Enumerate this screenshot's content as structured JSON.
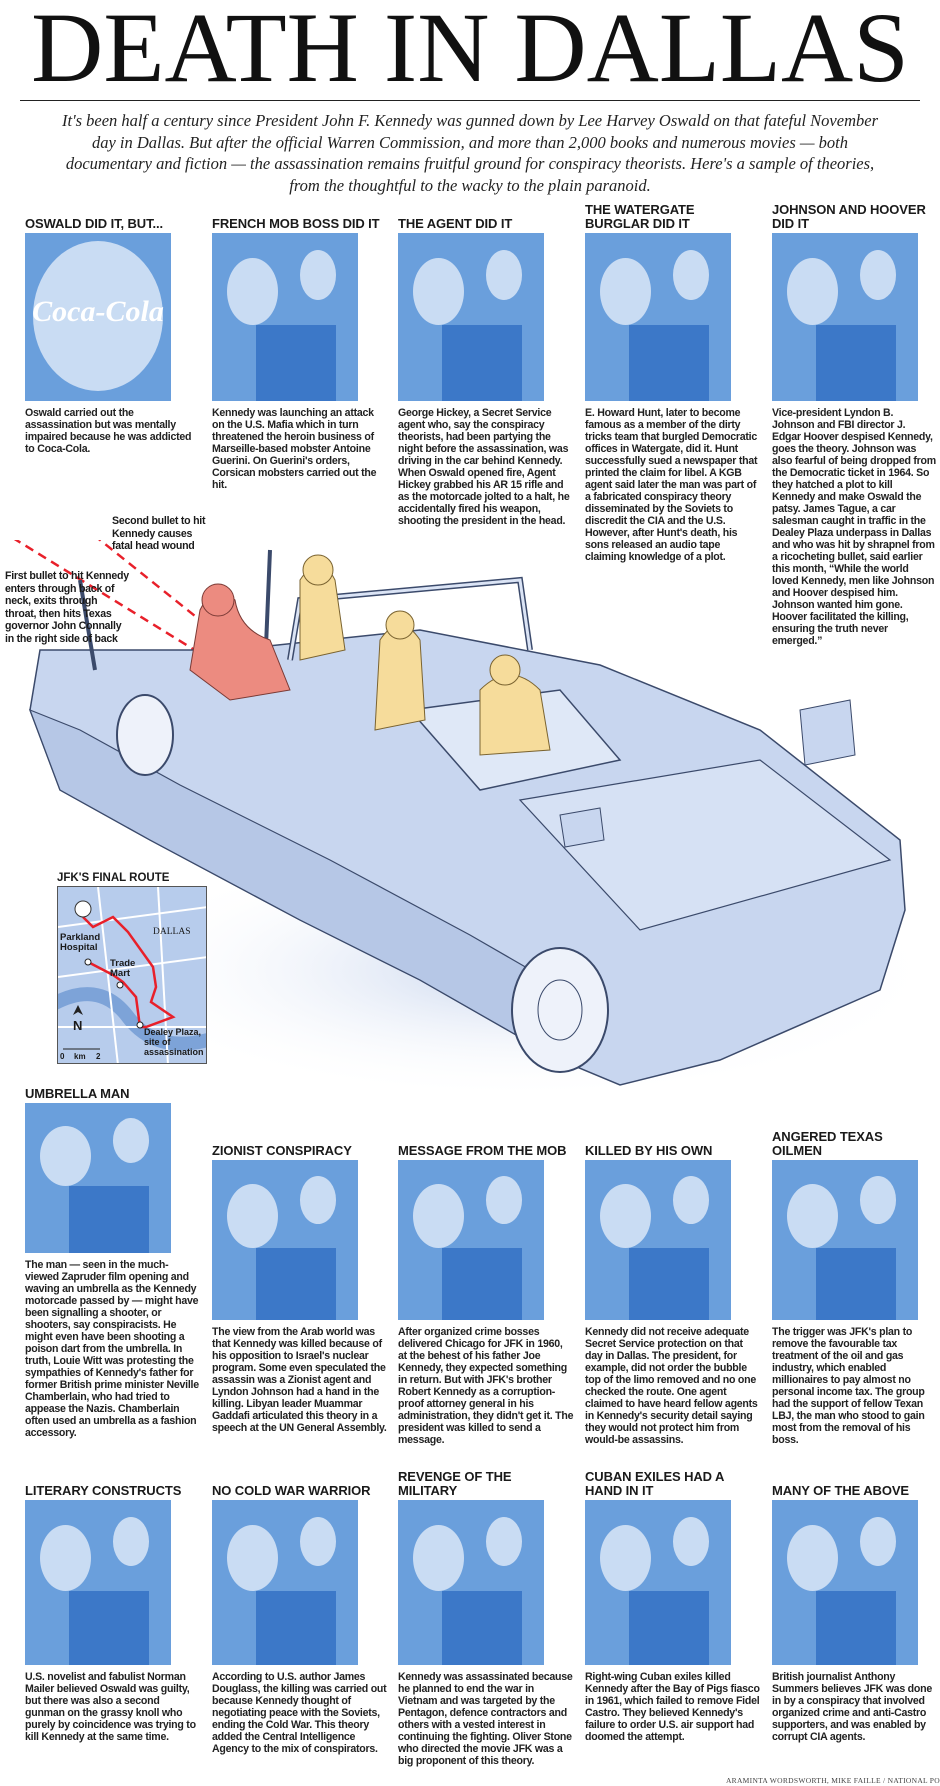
{
  "title": "DEATH IN DALLAS",
  "intro": "It's been half a century since President John F. Kennedy was gunned down by Lee Harvey Oswald on that fateful November day in Dallas. But after the official Warren Commission, and more than 2,000 books and numerous movies — both documentary and fiction — the assassination remains fruitful ground for conspiracy theorists. Here's a sample of theories, from the thoughtful to the wacky to the plain paranoid.",
  "colors": {
    "photo_blue": "#6a9fdc",
    "car_blue": "#c8d6ef",
    "bullet_red": "#e8202a",
    "jfk_pink": "#ec8b80",
    "figure_yellow": "#f6dc9b"
  },
  "top_row": [
    {
      "heading": "Oswald did it, but...",
      "text": "Oswald carried out the assassination but was mentally impaired because he was addicted to Coca-Cola.",
      "logo": "Coca-Cola"
    },
    {
      "heading": "French mob boss did it",
      "text": "Kennedy was launching an attack on the U.S. Mafia which in turn threatened the heroin business of Marseille-based mobster Antoine Guerini. On Guerini's orders, Corsican mobsters carried out the hit."
    },
    {
      "heading": "The agent did it",
      "text": "George Hickey, a Secret Service agent who, say the conspiracy theorists, had been partying the night before the assassination, was driving in the car behind Kennedy. When Oswald opened fire, Agent Hickey grabbed his AR 15 rifle and as the motorcade jolted to a halt, he accidentally fired his weapon, shooting the president in the head."
    },
    {
      "heading": "The Watergate burglar did it",
      "text": "E. Howard Hunt, later to become famous as a member of the dirty tricks team that burgled Democratic offices in Watergate, did it. Hunt successfully sued a newspaper that printed the claim for libel. A KGB agent said later the man was part of a fabricated conspiracy theory disseminated by the Soviets to discredit the CIA and the U.S.  However, after Hunt's death, his sons released an audio tape claiming knowledge of a plot."
    },
    {
      "heading": "Johnson and Hoover did it",
      "text": "Vice-president Lyndon B. Johnson and FBI director J. Edgar Hoover despised Kennedy, goes the theory. Johnson was also fearful of being dropped from the Democratic ticket in 1964. So they hatched a plot to kill Kennedy and make Oswald the patsy. James Tague, a car salesman caught in traffic in the Dealey Plaza underpass in Dallas and who was hit by shrapnel from a ricocheting bullet, said earlier this month, “While the world loved Kennedy, men like Johnson and Hoover despised him. Johnson wanted him gone. Hoover facilitated the killing, ensuring the truth never emerged.”"
    }
  ],
  "middle_row": [
    {
      "heading": "Umbrella man",
      "text": "The man — seen in the much-viewed Zapruder film opening and waving an umbrella as the Kennedy motorcade passed by — might have been signalling a shooter, or shooters, say conspiracists. He might even have been shooting a poison dart from the umbrella. In truth, Louie Witt was protesting the sympathies of Kennedy's father for former British prime minister Neville Chamberlain, who had tried to appease the Nazis. Chamberlain often used an umbrella as a fashion accessory."
    },
    {
      "heading": "Zionist conspiracy",
      "text": "The view from the Arab world was that Kennedy was killed because of his opposition to Israel's nuclear program. Some even speculated the assassin was a Zionist agent and Lyndon Johnson had a hand in the killing.  Libyan leader Muammar Gaddafi articulated this theory in a speech at the UN General Assembly."
    },
    {
      "heading": "Message from the mob",
      "text": "After organized crime bosses delivered Chicago for JFK in 1960, at the behest of his father Joe Kennedy, they expected something in return. But with JFK's brother Robert Kennedy as a corruption-proof attorney general in his administration, they didn't get it. The president was killed to send a message."
    },
    {
      "heading": "Killed by his own",
      "text": "Kennedy did not receive adequate Secret Service protection on that day in Dallas. The president, for example, did not order the bubble top of the limo removed and no one checked the route.  One agent claimed to have heard fellow agents in Kennedy's security detail saying they would not protect him from would-be assassins."
    },
    {
      "heading": "Angered Texas oilmen",
      "text": "The trigger was JFK's plan to remove the favourable tax treatment of the oil and gas industry, which enabled millionaires to pay almost no personal income tax. The group had the support of fellow Texan LBJ, the man who stood to gain most from the removal of his boss."
    }
  ],
  "bottom_row": [
    {
      "heading": "Literary constructs",
      "text": "U.S. novelist and fabulist Norman Mailer believed Oswald was guilty, but there was also a second gunman on the grassy knoll who purely by coincidence was trying to kill Kennedy at the same time."
    },
    {
      "heading": "No Cold War warrior",
      "text": "According to U.S. author James Douglass, the killing was carried out because Kennedy thought of negotiating peace with the Soviets, ending the Cold War. This theory added the Central Intelligence Agency to the mix of conspirators."
    },
    {
      "heading": "Revenge of the military",
      "text": "Kennedy was assassinated because he planned to end the war in Vietnam and was targeted by the Pentagon, defence contractors and others with a vested interest in continuing the fighting. Oliver Stone who directed the movie JFK was a big proponent of this theory."
    },
    {
      "heading": "Cuban exiles had a hand in it",
      "text": "Right-wing Cuban exiles killed Kennedy after the Bay of Pigs fiasco in 1961, which failed to remove Fidel Castro. They believed Kennedy's failure to order U.S. air support had doomed the attempt."
    },
    {
      "heading": "Many of the above",
      "text": "British journalist Anthony Summers believes JFK was done in by a conspiracy that involved organized crime and anti-Castro supporters, and was enabled by corrupt CIA agents."
    }
  ],
  "car": {
    "second_bullet": "Second bullet to hit Kennedy causes fatal head wound",
    "first_bullet": "First bullet to hit Kennedy enters through back of neck, exits through throat, then hits Texas governor John Connally in the right side of back"
  },
  "map": {
    "title": "JFK'S FINAL ROUTE",
    "city": "DALLAS",
    "parkland": "Parkland Hospital",
    "trade_mart": "Trade Mart",
    "dealey": "Dealey Plaza, site of assassination",
    "north": "N",
    "scale_start": "0",
    "scale_unit": "km",
    "scale_end": "2"
  },
  "credit": "ARAMINTA WORDSWORTH, MIKE FAILLE / NATIONAL PO"
}
